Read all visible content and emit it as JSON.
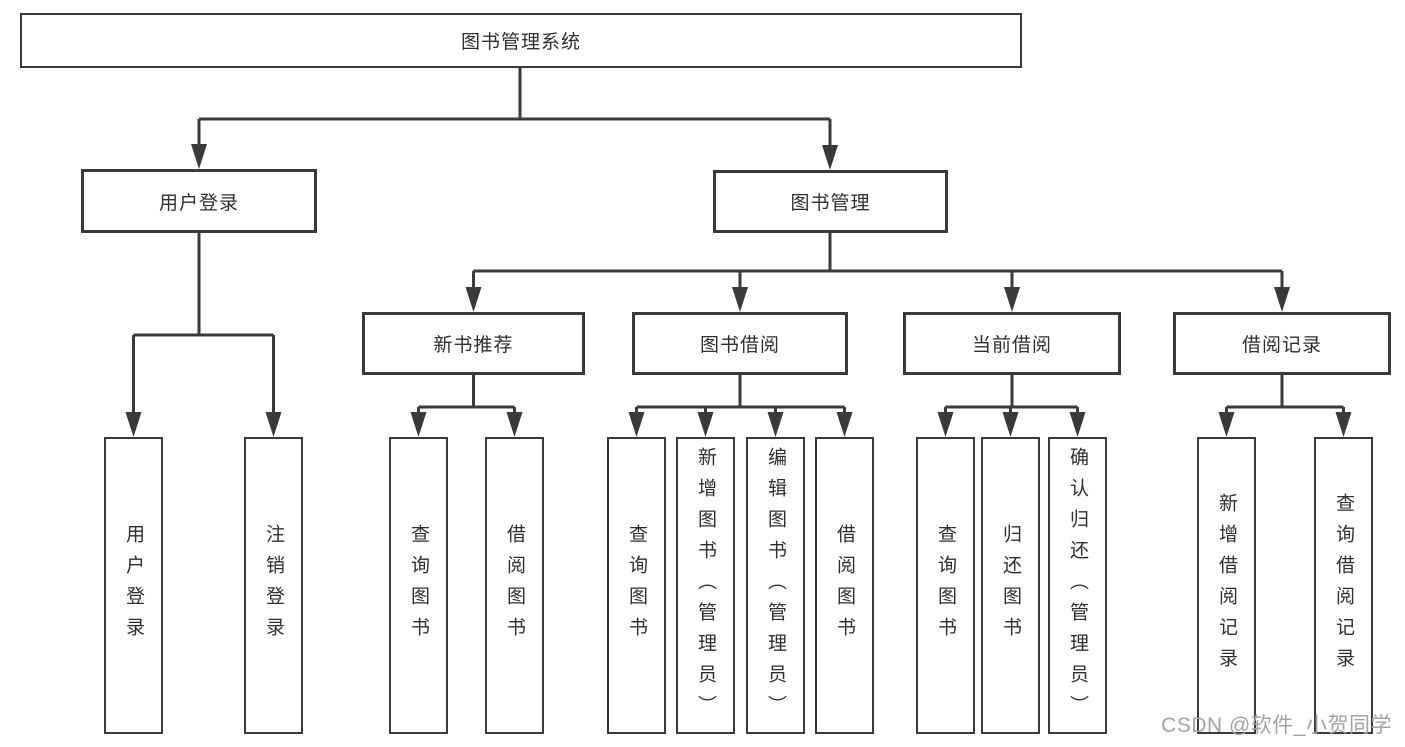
{
  "tree": {
    "label": "图书管理系统",
    "children": [
      {
        "label": "用户登录",
        "children": [
          {
            "label": "用户登录"
          },
          {
            "label": "注销登录"
          }
        ]
      },
      {
        "label": "图书管理",
        "children": [
          {
            "label": "新书推荐",
            "children": [
              {
                "label": "查询图书"
              },
              {
                "label": "借阅图书"
              }
            ]
          },
          {
            "label": "图书借阅",
            "children": [
              {
                "label": "查询图书"
              },
              {
                "label": "新增图书（管理员）"
              },
              {
                "label": "编辑图书（管理员）"
              },
              {
                "label": "借阅图书"
              }
            ]
          },
          {
            "label": "当前借阅",
            "children": [
              {
                "label": "查询图书"
              },
              {
                "label": "归还图书"
              },
              {
                "label": "确认归还（管理员）"
              }
            ]
          },
          {
            "label": "借阅记录",
            "children": [
              {
                "label": "新增借阅记录"
              },
              {
                "label": "查询借阅记录"
              }
            ]
          }
        ]
      }
    ]
  },
  "watermark": "CSDN @软件_小贺同学",
  "colors": {
    "background": "#ffffff",
    "line": "#3a3a3a",
    "box_border": "#3a3a3a",
    "text": "#2f2f2f",
    "watermark": "#a3a3a3"
  }
}
